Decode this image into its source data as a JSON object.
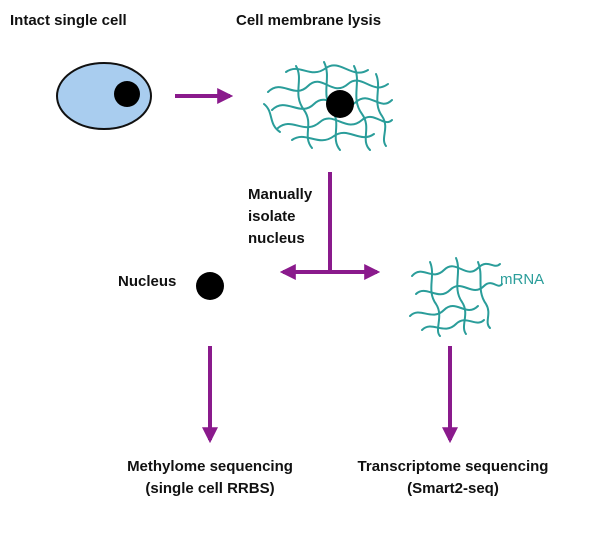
{
  "labels": {
    "intact_cell": "Intact single cell",
    "lysis": "Cell membrane lysis",
    "isolate_line1": "Manually",
    "isolate_line2": "isolate",
    "isolate_line3": "nucleus",
    "nucleus": "Nucleus",
    "mrna": "mRNA",
    "methylome_line1": "Methylome sequencing",
    "methylome_line2": "(single cell RRBS)",
    "transcriptome_line1": "Transcriptome sequencing",
    "transcriptome_line2": "(Smart2-seq)"
  },
  "colors": {
    "arrow": "#8a1a8c",
    "cell_fill": "#a9cdef",
    "cell_stroke": "#111111",
    "nucleus": "#000000",
    "strands": "#2a9d9a",
    "mrna_text": "#2a9d9a",
    "text": "#111111"
  }
}
